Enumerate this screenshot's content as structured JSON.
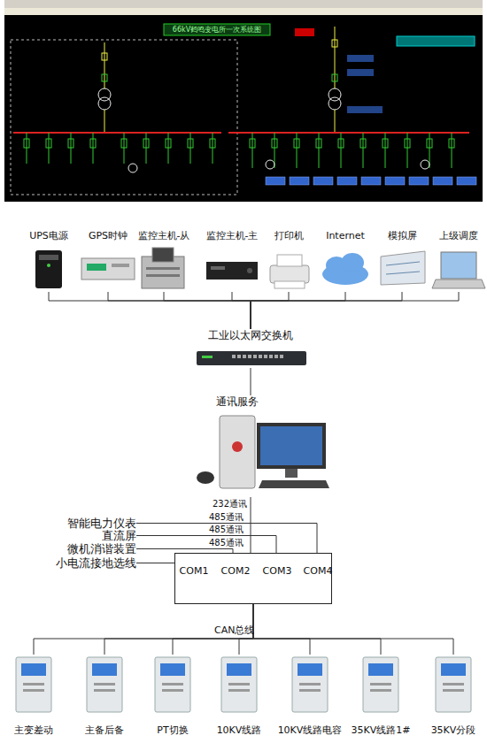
{
  "diagram": {
    "nodes": [
      {
        "text": [
          "UPS电源"
        ]
      },
      {
        "text": [
          "GPS时钟"
        ]
      },
      {
        "text": [
          "监控主机-从"
        ]
      },
      {
        "text": [
          "监控主机-主"
        ]
      },
      {
        "text": [
          "打印机"
        ]
      },
      {
        "text": [
          "Internet"
        ]
      },
      {
        "text": [
          "模拟屏"
        ]
      },
      {
        "text": [
          "上级调度"
        ]
      },
      {
        "text": [
          "工业以太网交换机"
        ]
      },
      {
        "text": [
          "通讯服务"
        ]
      },
      {
        "text": [
          "智能电力仪表"
        ]
      },
      {
        "text": [
          "直流屏"
        ]
      },
      {
        "text": [
          "微机消谐装置"
        ]
      },
      {
        "text": [
          "小电流接地选线"
        ]
      },
      {
        "text": [
          "COM1",
          "COM2",
          "COM3",
          "COM4"
        ]
      },
      {
        "text": [
          "主变差动"
        ]
      },
      {
        "text": [
          "主备后备"
        ]
      },
      {
        "text": [
          "PT切换"
        ]
      },
      {
        "text": [
          "10KV线路"
        ]
      },
      {
        "text": [
          "10KV线路电容"
        ]
      },
      {
        "text": [
          "35KV线路1#"
        ]
      },
      {
        "text": [
          "35KV分段"
        ]
      }
    ],
    "edges": [
      {
        "from": 0,
        "to": 8,
        "arrow": "none"
      },
      {
        "from": 1,
        "to": 8,
        "arrow": "none"
      },
      {
        "from": 2,
        "to": 8,
        "arrow": "none"
      },
      {
        "from": 3,
        "to": 8,
        "arrow": "none"
      },
      {
        "from": 4,
        "to": 8,
        "arrow": "none"
      },
      {
        "from": 5,
        "to": 8,
        "arrow": "none"
      },
      {
        "from": 6,
        "to": 8,
        "arrow": "none"
      },
      {
        "from": 7,
        "to": 8,
        "arrow": "none"
      },
      {
        "from": 8,
        "to": 9,
        "arrow": "none"
      },
      {
        "from": 9,
        "to": 14,
        "label": "232通讯",
        "arrow": "none"
      },
      {
        "from": 10,
        "to": 14,
        "label": "485通讯",
        "arrow": "none"
      },
      {
        "from": 11,
        "to": 14,
        "label": "485通讯",
        "arrow": "none"
      },
      {
        "from": 12,
        "to": 14,
        "label": "485通讯",
        "arrow": "none"
      },
      {
        "from": 13,
        "to": 14,
        "arrow": "none"
      },
      {
        "from": 14,
        "to": 15,
        "arrow": "none"
      },
      {
        "from": 14,
        "to": 16,
        "arrow": "none"
      },
      {
        "from": 14,
        "to": 17,
        "arrow": "none"
      },
      {
        "from": 14,
        "to": 18,
        "arrow": "none"
      },
      {
        "from": 14,
        "to": 19,
        "arrow": "none"
      },
      {
        "from": 14,
        "to": 20,
        "arrow": "none"
      },
      {
        "from": 14,
        "to": 21,
        "arrow": "none"
      }
    ],
    "labels": [
      "66kV鹤鸣变电所一次系统图",
      "CAN总线"
    ]
  }
}
